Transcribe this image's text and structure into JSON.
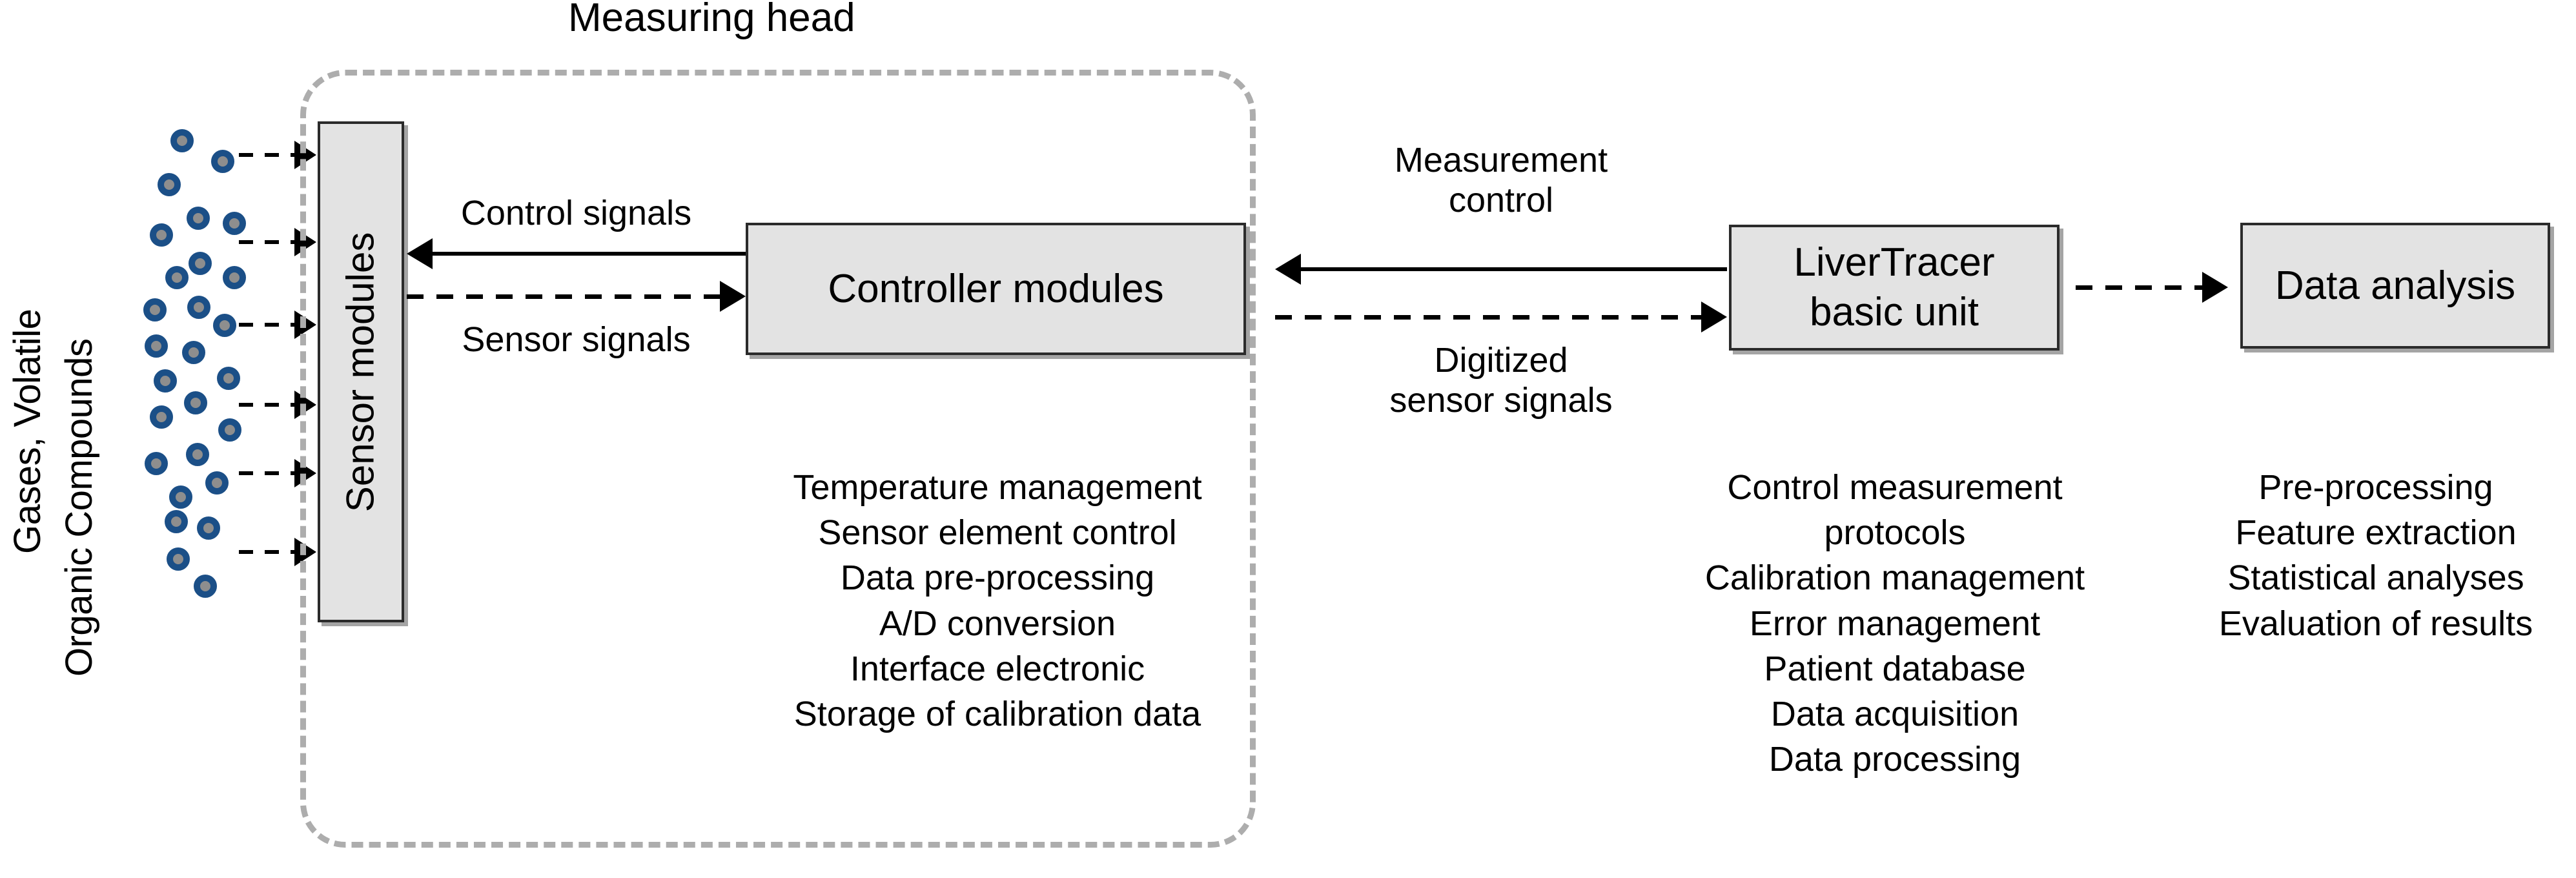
{
  "diagram": {
    "title": "Measuring head",
    "inflow": {
      "label_line1": "Gases, Volatile",
      "label_line2": "Organic Compounds",
      "arrow_count": 6,
      "molecule_color_ring": "#1b4f87",
      "molecule_color_core": "#8e8e8e"
    },
    "boxes": {
      "sensor_modules": "Sensor modules",
      "controller_modules": "Controller modules",
      "livertracer_line1": "LiverTracer",
      "livertracer_line2": "basic unit",
      "data_analysis": "Data analysis"
    },
    "connectors": {
      "sensor_controller_top": "Control signals",
      "sensor_controller_bottom": "Sensor signals",
      "head_unit_top_line1": "Measurement",
      "head_unit_top_line2": "control",
      "head_unit_bottom_line1": "Digitized",
      "head_unit_bottom_line2": "sensor signals"
    },
    "features": {
      "controller_modules": [
        "Temperature management",
        "Sensor element control",
        "Data pre-processing",
        "A/D conversion",
        "Interface electronic",
        "Storage of calibration data"
      ],
      "livertracer_basic_unit": [
        "Control measurement",
        "protocols",
        "Calibration management",
        "Error management",
        "Patient database",
        "Data acquisition",
        "Data processing"
      ],
      "data_analysis": [
        "Pre-processing",
        "Feature extraction",
        "Statistical analyses",
        "Evaluation of results"
      ]
    },
    "colors": {
      "box_fill": "#e3e3e3",
      "box_border": "#2b2b2b",
      "container_dashed": "#adadad",
      "molecule_blue": "#1b4f87"
    }
  }
}
